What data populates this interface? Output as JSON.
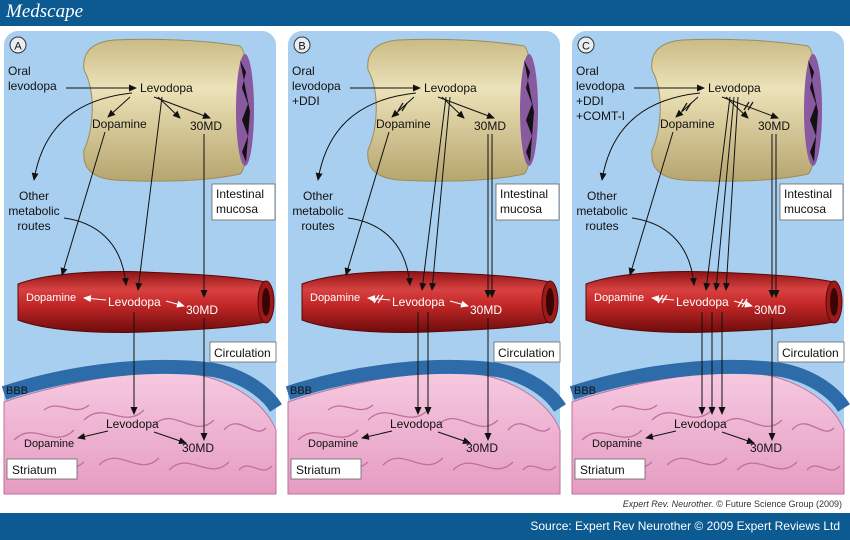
{
  "header": {
    "logo": "Medscape"
  },
  "colors": {
    "bar": "#0b5a91",
    "panel_bg": "#a9cff0",
    "brain": "#f3b8d6",
    "vessel": "#c62a2a",
    "intestine": "#ddd1a2"
  },
  "panels": [
    {
      "letter": "A",
      "input": [
        "Oral",
        "levodopa"
      ],
      "labels": {
        "levodopa": "Levodopa",
        "dopamine": "Dopamine",
        "omd": "30MD",
        "other": [
          "Other",
          "metabolic",
          "routes"
        ],
        "mucosa": [
          "Intestinal",
          "mucosa"
        ],
        "circ_dopamine": "Dopamine",
        "circ_levodopa": "Levodopa",
        "circ_omd": "30MD",
        "circulation": "Circulation",
        "bbb": "BBB",
        "brain_levodopa": "Levodopa",
        "brain_dopamine": "Dopamine",
        "brain_omd": "30MD",
        "striatum": "Striatum"
      },
      "blocked": []
    },
    {
      "letter": "B",
      "input": [
        "Oral",
        "levodopa",
        "+DDI"
      ],
      "labels": {
        "levodopa": "Levodopa",
        "dopamine": "Dopamine",
        "omd": "30MD",
        "other": [
          "Other",
          "metabolic",
          "routes"
        ],
        "mucosa": [
          "Intestinal",
          "mucosa"
        ],
        "circ_dopamine": "Dopamine",
        "circ_levodopa": "Levodopa",
        "circ_omd": "30MD",
        "circulation": "Circulation",
        "bbb": "BBB",
        "brain_levodopa": "Levodopa",
        "brain_dopamine": "Dopamine",
        "brain_omd": "30MD",
        "striatum": "Striatum"
      },
      "blocked": [
        "gut_dopamine",
        "circ_dopamine"
      ]
    },
    {
      "letter": "C",
      "input": [
        "Oral",
        "levodopa",
        "+DDI",
        "+COMT-I"
      ],
      "labels": {
        "levodopa": "Levodopa",
        "dopamine": "Dopamine",
        "omd": "30MD",
        "other": [
          "Other",
          "metabolic",
          "routes"
        ],
        "mucosa": [
          "Intestinal",
          "mucosa"
        ],
        "circ_dopamine": "Dopamine",
        "circ_levodopa": "Levodopa",
        "circ_omd": "30MD",
        "circulation": "Circulation",
        "bbb": "BBB",
        "brain_levodopa": "Levodopa",
        "brain_dopamine": "Dopamine",
        "brain_omd": "30MD",
        "striatum": "Striatum"
      },
      "blocked": [
        "gut_dopamine",
        "gut_omd",
        "circ_dopamine",
        "circ_omd"
      ]
    }
  ],
  "footer": {
    "journal": "Expert Rev. Neurother.",
    "copyright": "© Future Science Group (2009)",
    "source": "Source: Expert Rev Neurother © 2009 Expert Reviews Ltd"
  }
}
